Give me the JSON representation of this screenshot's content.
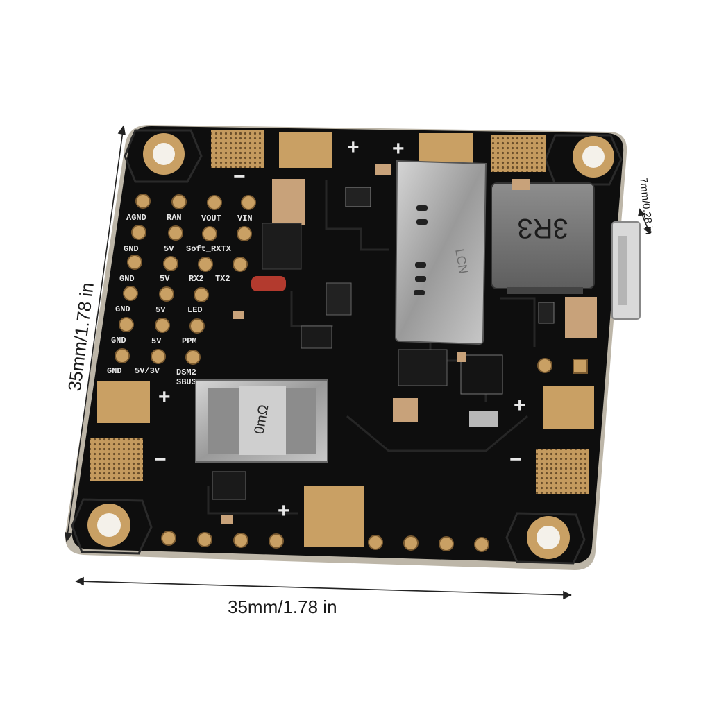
{
  "dimensions": {
    "width_label": "35mm/1.78 in",
    "height_label": "35mm/1.78 in",
    "depth_label": "7mm/0.28 in"
  },
  "board": {
    "pin_labels": {
      "row1": [
        "AGND",
        "RAN",
        "VOUT",
        "VIN"
      ],
      "row2": [
        "GND",
        "5V",
        "Soft_RXTX"
      ],
      "row3": [
        "GND",
        "5V",
        "RX2",
        "TX2"
      ],
      "row4": [
        "GND",
        "5V",
        "LED"
      ],
      "row5": [
        "GND",
        "5V",
        "PPM"
      ],
      "row6": [
        "GND",
        "5V/3V",
        "DSM2"
      ],
      "extra": "SBUS"
    },
    "polarity_marks": [
      "+",
      "+",
      "+",
      "+",
      "+",
      "−",
      "−",
      "−",
      "−"
    ],
    "inductor_marking": "3R3",
    "sensor_marking": "0mΩ",
    "sd_slot_marking": "LCN"
  },
  "colors": {
    "pcb": "#0d0d0d",
    "gold_pad": "#c9a064",
    "silkscreen": "#e8e8e8",
    "silver": "#a8a8a8"
  }
}
